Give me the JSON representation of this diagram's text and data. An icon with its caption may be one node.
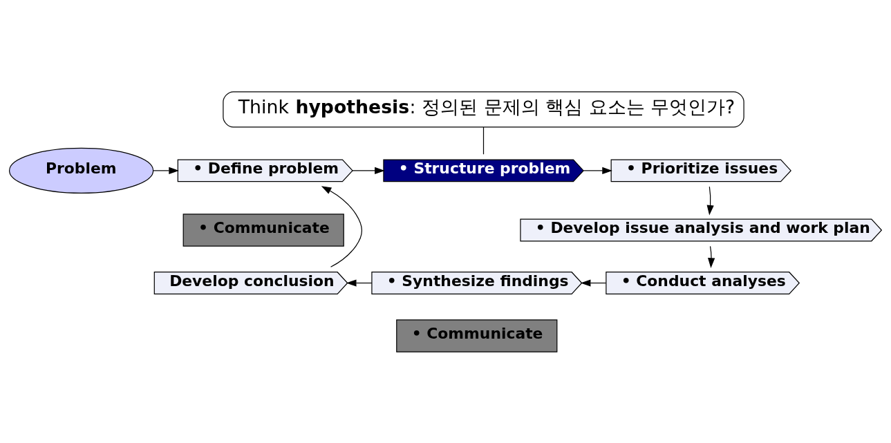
{
  "diagram": {
    "nodes": [
      {
        "text": [
          "Problem"
        ]
      },
      {
        "text": [
          "• Define problem"
        ]
      },
      {
        "text": [
          "• Structure problem"
        ]
      },
      {
        "text": [
          "• Prioritize issues"
        ]
      },
      {
        "text": [
          "• Develop issue analysis and work plan"
        ]
      },
      {
        "text": [
          "• Conduct analyses"
        ]
      },
      {
        "text": [
          "• Synthesize findings"
        ]
      },
      {
        "text": [
          "Develop conclusion"
        ]
      },
      {
        "text": [
          "Think **hypothesis**: 정의된 문제의 핵심 요소는 무엇인가?"
        ]
      },
      {
        "text": [
          "• Communicate"
        ]
      },
      {
        "text": [
          "• Communicate"
        ]
      }
    ],
    "edges": [
      {
        "from": 0,
        "to": 1,
        "arrow": "to"
      },
      {
        "from": 1,
        "to": 2,
        "arrow": "to"
      },
      {
        "from": 2,
        "to": 3,
        "arrow": "to"
      },
      {
        "from": 3,
        "to": 4,
        "arrow": "to"
      },
      {
        "from": 4,
        "to": 5,
        "arrow": "to"
      },
      {
        "from": 5,
        "to": 6,
        "arrow": "to"
      },
      {
        "from": 6,
        "to": 7,
        "arrow": "to"
      },
      {
        "from": 7,
        "to": 1,
        "arrow": "to"
      },
      {
        "from": 8,
        "to": 2,
        "arrow": "none"
      }
    ]
  }
}
